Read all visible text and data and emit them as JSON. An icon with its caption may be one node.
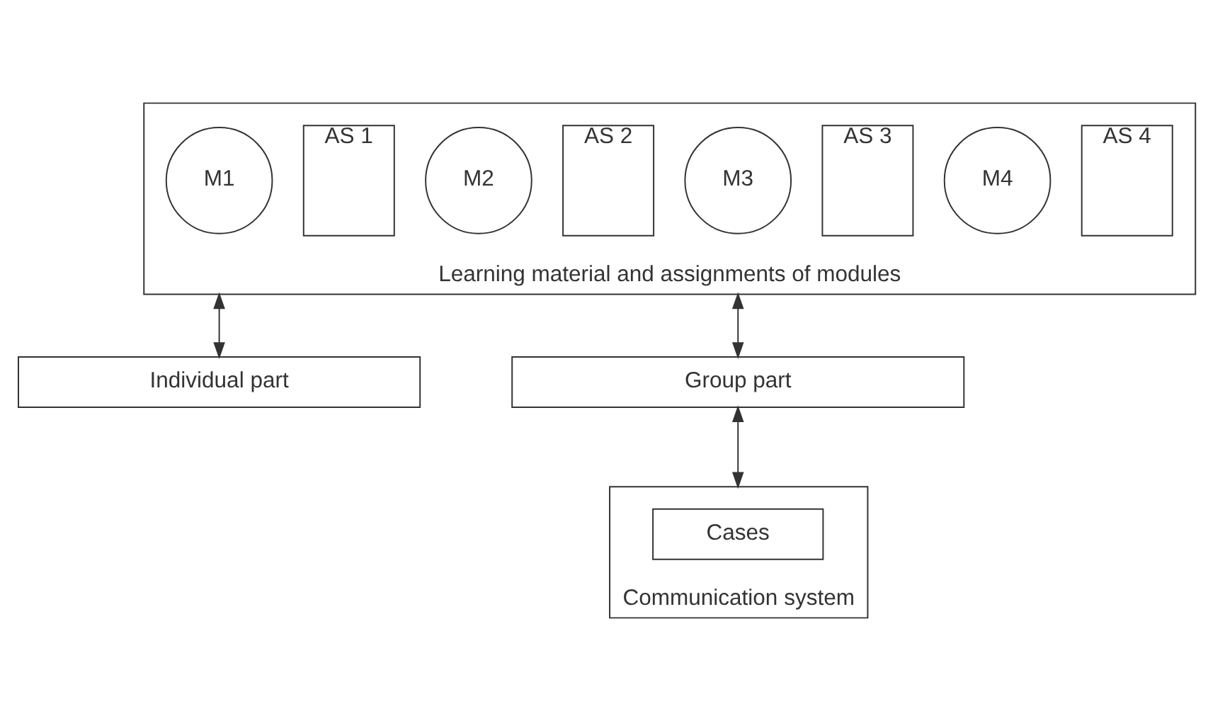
{
  "diagram": {
    "nodes": [
      {
        "text": [
          "Learning material and assignments of modules"
        ]
      },
      {
        "text": [
          "M1"
        ],
        "in": 0
      },
      {
        "text": [
          "AS 1"
        ],
        "in": 0
      },
      {
        "text": [
          "M2"
        ],
        "in": 0
      },
      {
        "text": [
          "AS 2"
        ],
        "in": 0
      },
      {
        "text": [
          "M3"
        ],
        "in": 0
      },
      {
        "text": [
          "AS 3"
        ],
        "in": 0
      },
      {
        "text": [
          "M4"
        ],
        "in": 0
      },
      {
        "text": [
          "AS 4"
        ],
        "in": 0
      },
      {
        "text": [
          "Individual part"
        ]
      },
      {
        "text": [
          "Group part"
        ]
      },
      {
        "text": [
          "Communication system"
        ]
      },
      {
        "text": [
          "Cases"
        ],
        "in": 11
      }
    ],
    "edges": [
      {
        "from": 0,
        "to": 9,
        "arrow": "both"
      },
      {
        "from": 0,
        "to": 10,
        "arrow": "both"
      },
      {
        "from": 10,
        "to": 11,
        "arrow": "both"
      }
    ]
  }
}
